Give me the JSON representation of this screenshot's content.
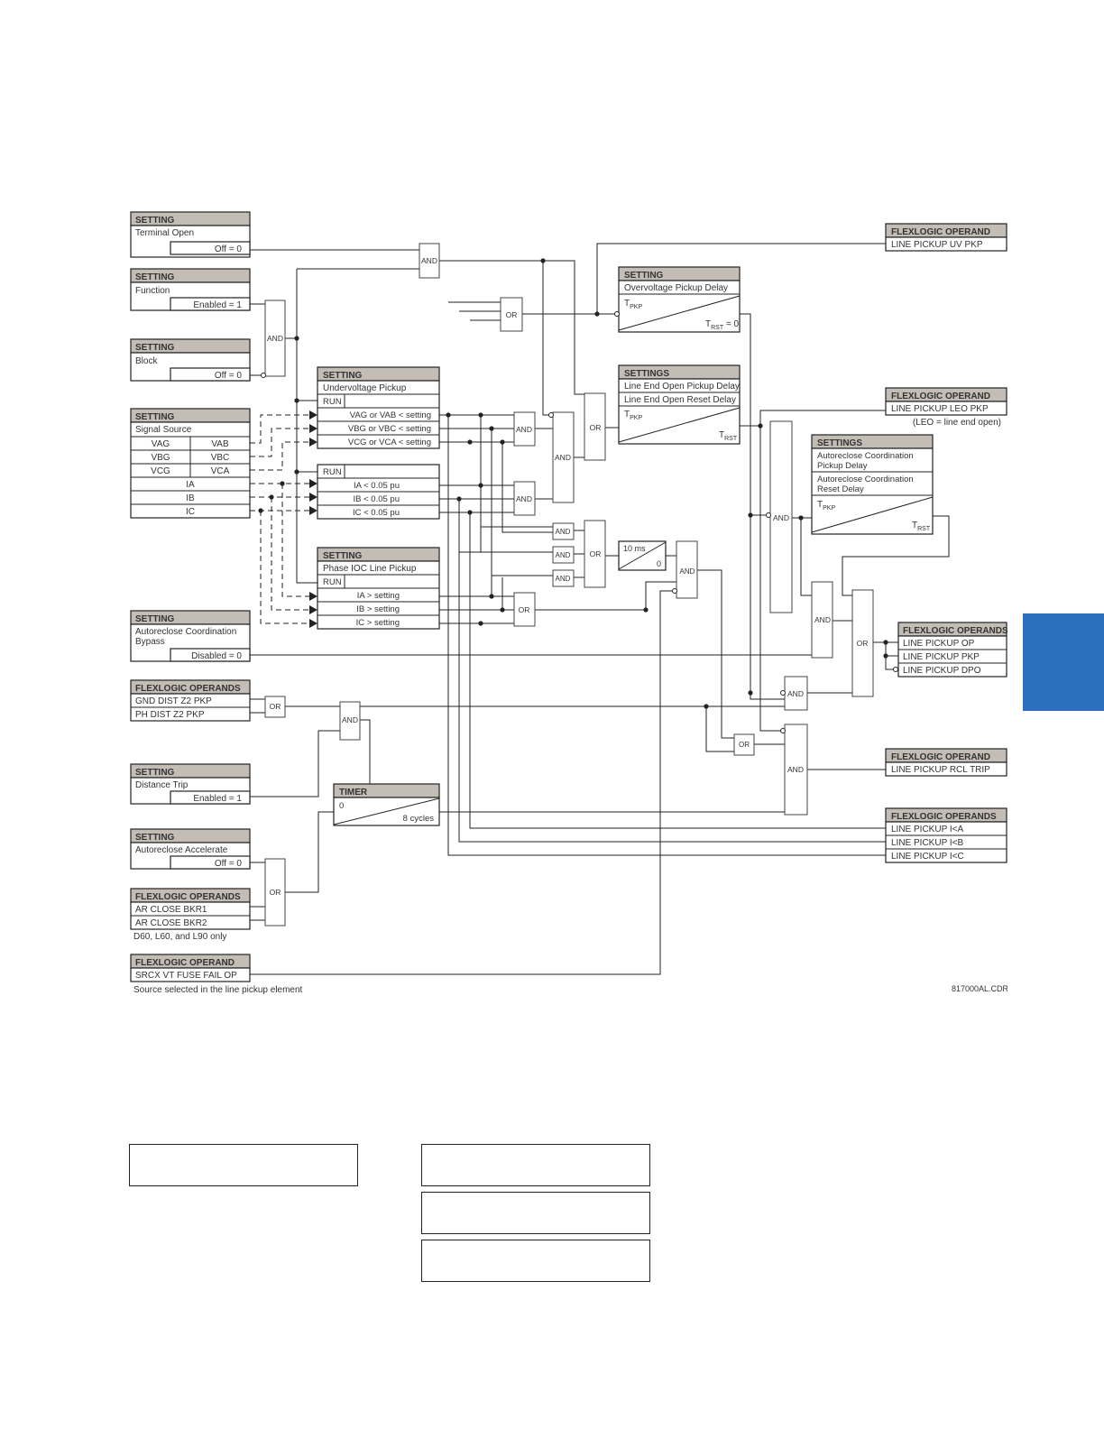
{
  "colors": {
    "header_fill": "#c3bdb6",
    "side_tab": "#2b6fbe"
  },
  "inputs": {
    "terminal_open": {
      "head": "SETTING",
      "title": "Terminal Open",
      "value": "Off = 0"
    },
    "function": {
      "head": "SETTING",
      "title": "Function",
      "value": "Enabled = 1"
    },
    "block": {
      "head": "SETTING",
      "title": "Block",
      "value": "Off = 0"
    },
    "signal_source": {
      "head": "SETTING",
      "title": "Signal Source",
      "rows": [
        "VAG",
        "VAB",
        "VBG",
        "VBC",
        "VCG",
        "VCA",
        "IA",
        "IB",
        "IC"
      ]
    },
    "ar_coord_bypass": {
      "head": "SETTING",
      "title": "Autoreclose Coordination",
      "title2": "Bypass",
      "value": "Disabled = 0"
    },
    "dist_z2": {
      "head": "FLEXLOGIC OPERANDS",
      "row1": "GND DIST Z2 PKP",
      "row2": "PH DIST Z2 PKP"
    },
    "distance_trip": {
      "head": "SETTING",
      "title": "Distance Trip",
      "value": "Enabled = 1"
    },
    "ar_accelerate": {
      "head": "SETTING",
      "title": "Autoreclose Accelerate",
      "value": "Off = 0"
    },
    "ar_close": {
      "head": "FLEXLOGIC OPERANDS",
      "row1": "AR CLOSE BKR1",
      "row2": "AR CLOSE BKR2",
      "note": "D60, L60, and L90 only"
    },
    "vt_fuse": {
      "head": "FLEXLOGIC OPERAND",
      "row1": "SRCX VT FUSE FAIL OP",
      "note": "Source selected in the line pickup element"
    }
  },
  "comparators": {
    "uv": {
      "head": "SETTING",
      "title": "Undervoltage Pickup",
      "run": "RUN",
      "rows": [
        "VAG or VAB < setting",
        "VBG or VBC < setting",
        "VCG or VCA < setting"
      ]
    },
    "cur": {
      "run": "RUN",
      "rows": [
        "IA < 0.05 pu",
        "IB < 0.05 pu",
        "IC < 0.05 pu"
      ]
    },
    "ioc": {
      "head": "SETTING",
      "title": "Phase IOC Line Pickup",
      "run": "RUN",
      "rows": [
        "IA > setting",
        "IB > setting",
        "IC > setting"
      ]
    }
  },
  "timers": {
    "ov": {
      "head": "SETTING",
      "title": "Overvoltage Pickup Delay",
      "tpkp": "T",
      "tpkp_sub": "PKP",
      "trst": "T",
      "trst_sub": "RST",
      "trst_val": " = 0"
    },
    "leo": {
      "head": "SETTINGS",
      "row1": "Line End Open Pickup Delay",
      "row2": "Line End Open Reset Delay",
      "tpkp": "T",
      "tpkp_sub": "PKP",
      "trst": "T",
      "trst_sub": "RST"
    },
    "arc": {
      "head": "SETTINGS",
      "row1a": "Autoreclose Coordination",
      "row1b": "Pickup Delay",
      "row2a": "Autoreclose Coordination",
      "row2b": "Reset Delay",
      "tpkp": "T",
      "tpkp_sub": "PKP",
      "trst": "T",
      "trst_sub": "RST"
    },
    "timer8": {
      "head": "TIMER",
      "zero": "0",
      "val": "8 cycles"
    },
    "ms10": {
      "val": "10 ms",
      "zero": "0"
    }
  },
  "gates": {
    "and": "AND",
    "or": "OR"
  },
  "outputs": {
    "uv_pkp": {
      "head": "FLEXLOGIC OPERAND",
      "row1": "LINE PICKUP UV PKP"
    },
    "leo_pkp": {
      "head": "FLEXLOGIC OPERAND",
      "row1": "LINE PICKUP LEO PKP",
      "note": "(LEO = line end open)"
    },
    "main": {
      "head": "FLEXLOGIC OPERANDS",
      "row1": "LINE PICKUP OP",
      "row2": "LINE PICKUP PKP",
      "row3": "LINE PICKUP DPO"
    },
    "rcl": {
      "head": "FLEXLOGIC OPERAND",
      "row1": "LINE PICKUP RCL TRIP"
    },
    "ilow": {
      "head": "FLEXLOGIC OPERANDS",
      "row1": "LINE PICKUP I<A",
      "row2": "LINE PICKUP I<B",
      "row3": "LINE PICKUP I<C"
    }
  },
  "figure_id": "817000AL.CDR"
}
